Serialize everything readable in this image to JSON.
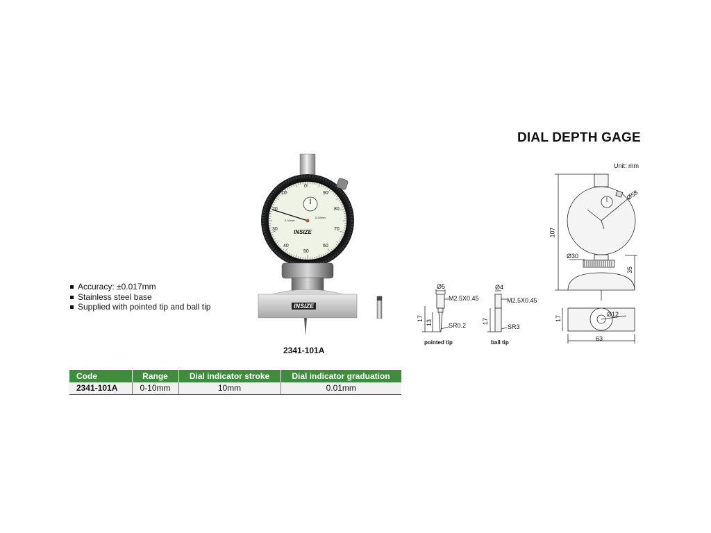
{
  "title": "DIAL DEPTH GAGE",
  "unit": "Unit: mm",
  "features": [
    "Accuracy: ±0.017mm",
    "Stainless steel base",
    "Supplied with pointed tip and ball tip"
  ],
  "model_caption": "2341-101A",
  "brand": "INSIZE",
  "dial": {
    "numbers": [
      "0",
      "10",
      "20",
      "30",
      "40",
      "50",
      "60",
      "70",
      "80",
      "90"
    ],
    "range_text": "0-10mm",
    "graduation_text": "0.01mm"
  },
  "dims": {
    "overall_height": "107",
    "dial_dia": "Ø58",
    "stem_dia": "Ø30",
    "base_height": "35",
    "base_thickness": "17",
    "base_length": "63",
    "base_hole": "Ø12",
    "pointed_tip": {
      "dia": "Ø5",
      "thread": "M2.5X0.45",
      "length": "17",
      "tip_len": "13",
      "radius": "SR0.2",
      "label": "pointed tip"
    },
    "ball_tip": {
      "dia": "Ø4",
      "thread": "M2.5X0.45",
      "length": "17",
      "radius": "SR3",
      "label": "ball tip"
    }
  },
  "table": {
    "headers": [
      "Code",
      "Range",
      "Dial indicator stroke",
      "Dial indicator graduation"
    ],
    "rows": [
      [
        "2341-101A",
        "0-10mm",
        "10mm",
        "0.01mm"
      ]
    ]
  }
}
